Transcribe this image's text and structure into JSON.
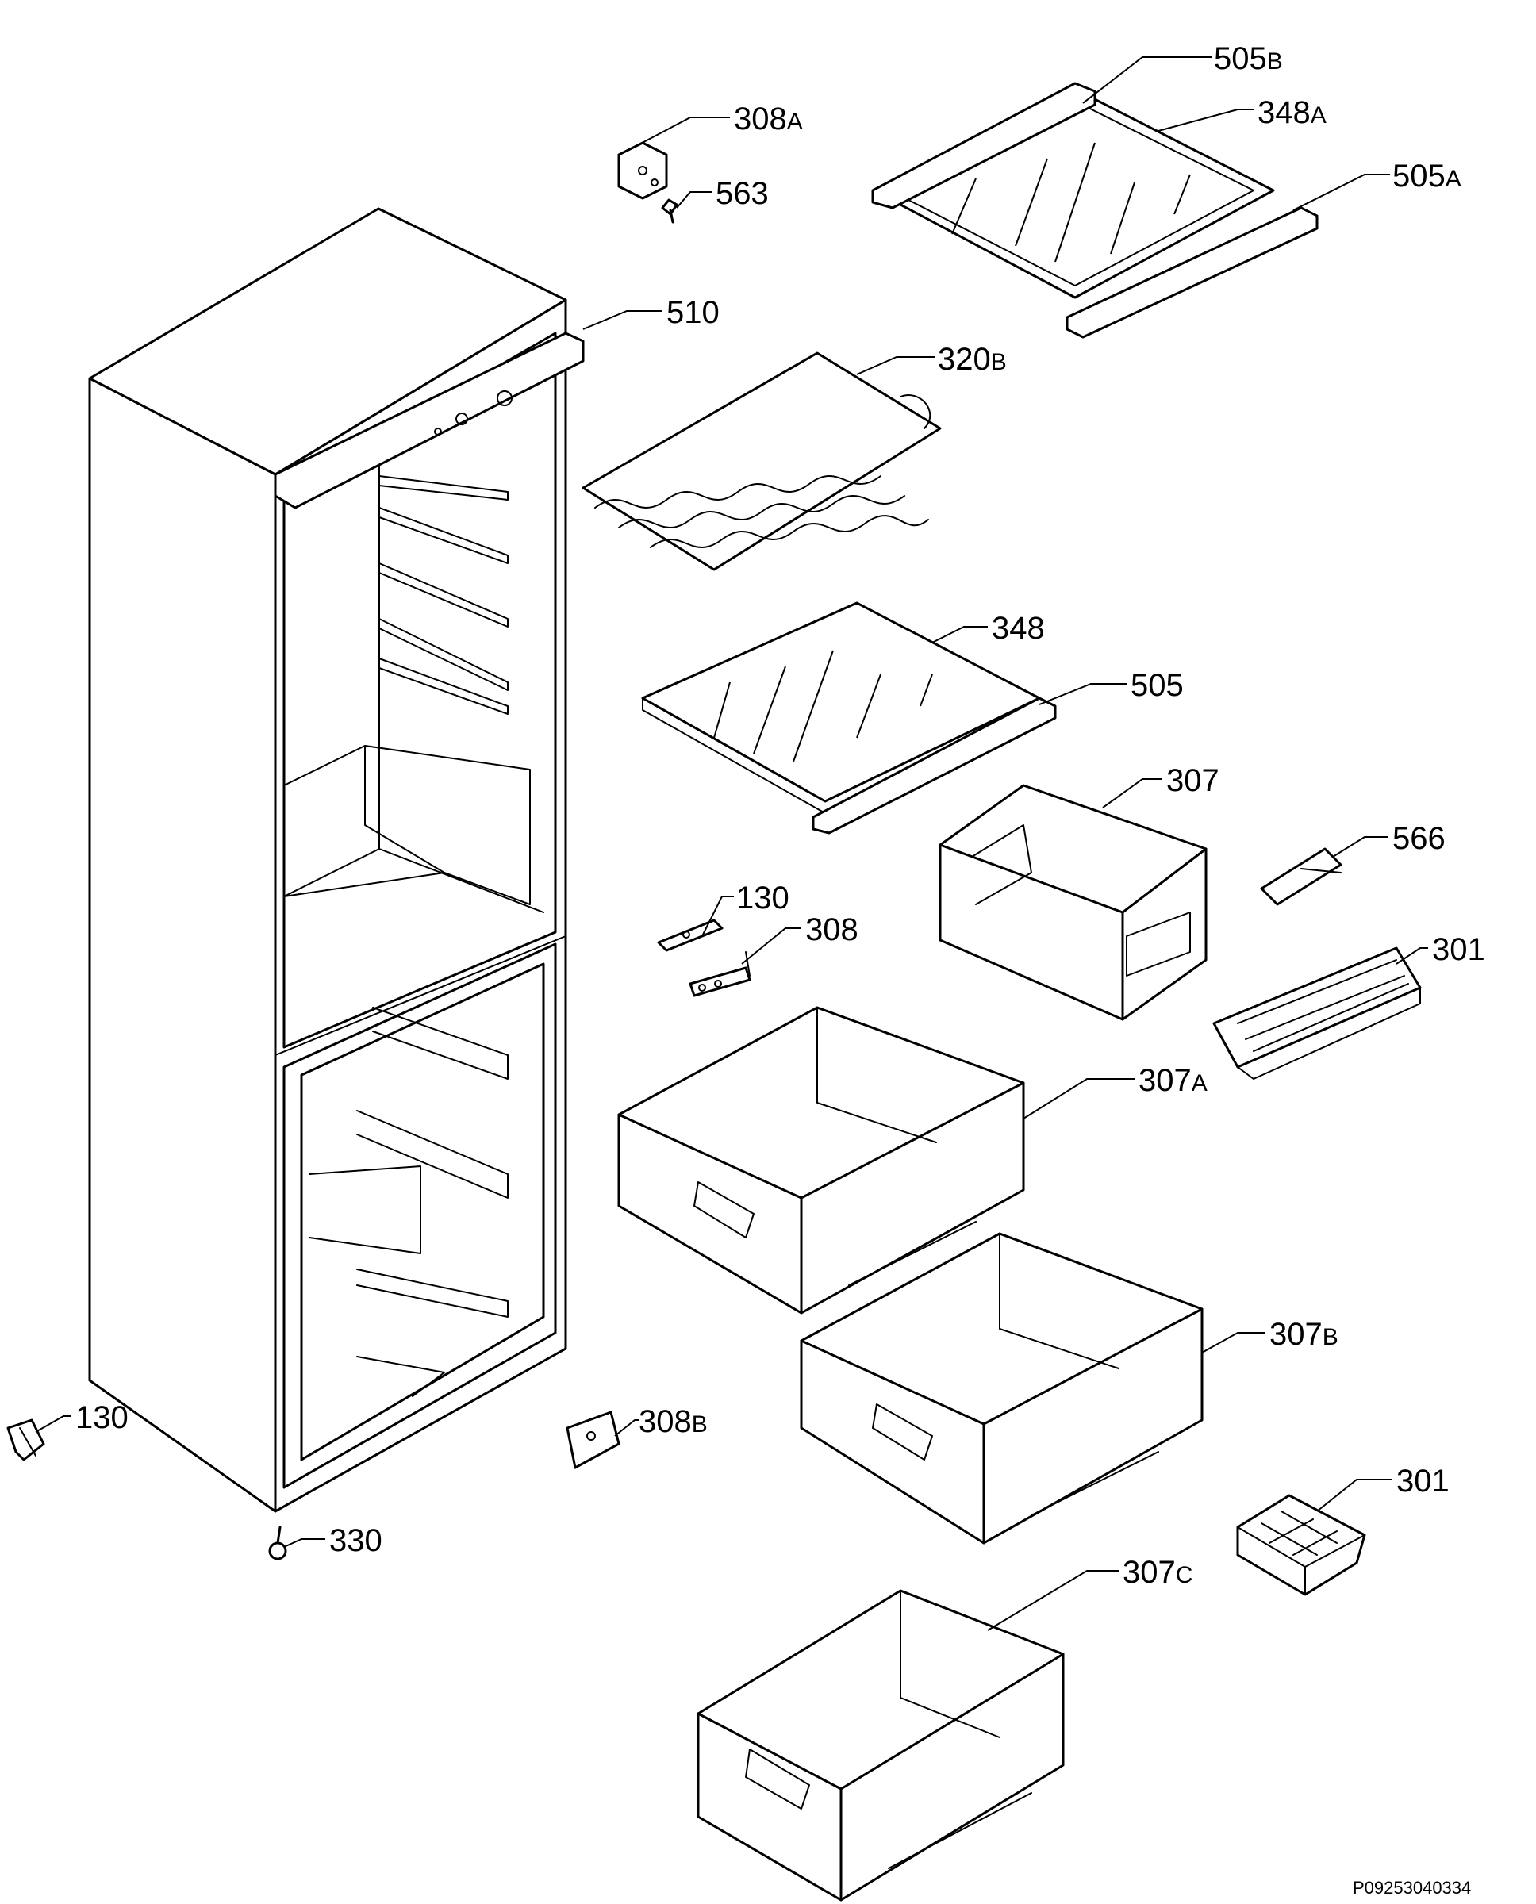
{
  "callouts": {
    "c505b": {
      "num": "505",
      "suffix": "B"
    },
    "c348a": {
      "num": "348",
      "suffix": "A"
    },
    "c505a": {
      "num": "505",
      "suffix": "A"
    },
    "c308a": {
      "num": "308",
      "suffix": "A"
    },
    "c563": {
      "num": "563",
      "suffix": ""
    },
    "c510": {
      "num": "510",
      "suffix": ""
    },
    "c320b": {
      "num": "320",
      "suffix": "B"
    },
    "c348": {
      "num": "348",
      "suffix": ""
    },
    "c505": {
      "num": "505",
      "suffix": ""
    },
    "c307": {
      "num": "307",
      "suffix": ""
    },
    "c566": {
      "num": "566",
      "suffix": ""
    },
    "c130a": {
      "num": "130",
      "suffix": ""
    },
    "c308": {
      "num": "308",
      "suffix": ""
    },
    "c301a": {
      "num": "301",
      "suffix": ""
    },
    "c307a": {
      "num": "307",
      "suffix": "A"
    },
    "c307b": {
      "num": "307",
      "suffix": "B"
    },
    "c130b": {
      "num": "130",
      "suffix": ""
    },
    "c308b": {
      "num": "308",
      "suffix": "B"
    },
    "c330": {
      "num": "330",
      "suffix": ""
    },
    "c301b": {
      "num": "301",
      "suffix": ""
    },
    "c307c": {
      "num": "307",
      "suffix": "C"
    }
  },
  "reference_code": "P09253040334"
}
